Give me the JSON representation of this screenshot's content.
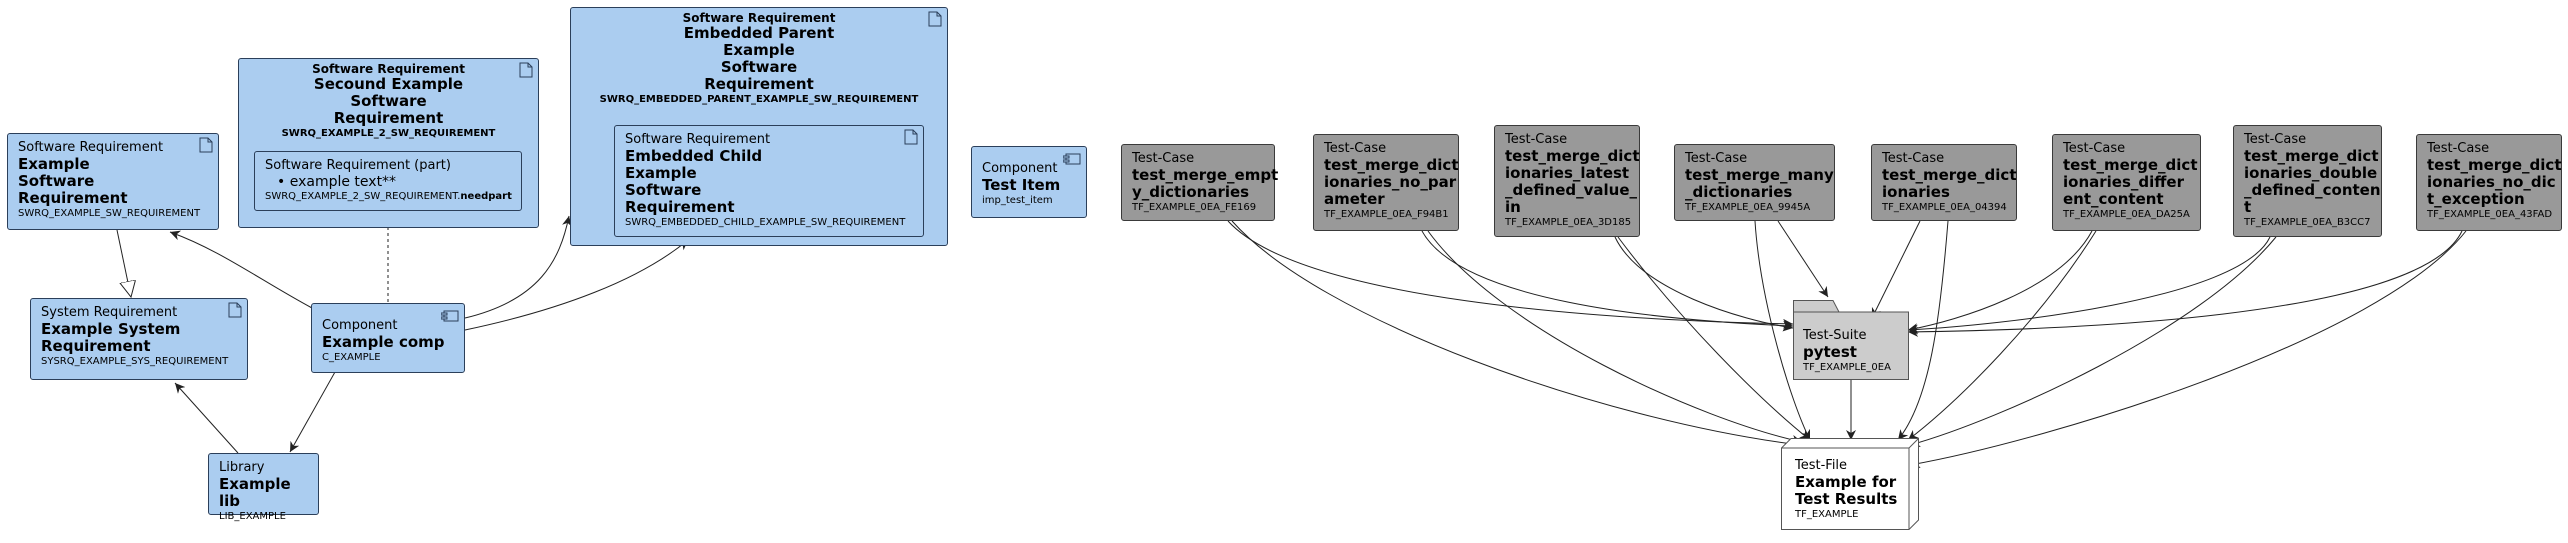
{
  "nodes": {
    "swrq_example": {
      "stereo": "Software Requirement",
      "title_lines": [
        "Example",
        "Software",
        "Requirement"
      ],
      "id": "SWRQ_EXAMPLE_SW_REQUIREMENT"
    },
    "sysrq_example": {
      "stereo": "System Requirement",
      "title_lines": [
        "Example System",
        "Requirement"
      ],
      "id": "SYSRQ_EXAMPLE_SYS_REQUIREMENT"
    },
    "lib_example": {
      "stereo": "Library",
      "title": "Example lib",
      "id": "LIB_EXAMPLE"
    },
    "comp_example": {
      "stereo": "Component",
      "title": "Example comp",
      "id": "C_EXAMPLE"
    },
    "swrq_second": {
      "stereo": "Software Requirement",
      "title_lines": [
        "Secound Example",
        "Software",
        "Requirement"
      ],
      "id": "SWRQ_EXAMPLE_2_SW_REQUIREMENT",
      "part": {
        "stereo": "Software Requirement (part)",
        "bullet": "example text**",
        "id_prefix": "SWRQ_EXAMPLE_2_SW_REQUIREMENT.",
        "id_suffix": "needpart"
      }
    },
    "swrq_parent": {
      "stereo": "Software Requirement",
      "title_lines": [
        "Embedded Parent",
        "Example",
        "Software",
        "Requirement"
      ],
      "id": "SWRQ_EMBEDDED_PARENT_EXAMPLE_SW_REQUIREMENT",
      "child": {
        "stereo": "Software Requirement",
        "title_lines": [
          "Embedded Child",
          "Example",
          "Software",
          "Requirement"
        ],
        "id": "SWRQ_EMBEDDED_CHILD_EXAMPLE_SW_REQUIREMENT"
      }
    },
    "test_item": {
      "stereo": "Component",
      "title": "Test Item",
      "id": "imp_test_item"
    },
    "test_suite": {
      "stereo": "Test-Suite",
      "title": "pytest",
      "id": "TF_EXAMPLE_0EA"
    },
    "test_file": {
      "stereo": "Test-File",
      "title_lines": [
        "Example for",
        "Test Results"
      ],
      "id": "TF_EXAMPLE"
    }
  },
  "test_cases": [
    {
      "stereo": "Test-Case",
      "title_lines": [
        "test_merge_empt",
        "y_dictionaries"
      ],
      "id": "TF_EXAMPLE_0EA_FE169"
    },
    {
      "stereo": "Test-Case",
      "title_lines": [
        "test_merge_dict",
        "ionaries_no_par",
        "ameter"
      ],
      "id": "TF_EXAMPLE_0EA_F94B1"
    },
    {
      "stereo": "Test-Case",
      "title_lines": [
        "test_merge_dict",
        "ionaries_latest",
        "_defined_value_",
        "in"
      ],
      "id": "TF_EXAMPLE_0EA_3D185"
    },
    {
      "stereo": "Test-Case",
      "title_lines": [
        "test_merge_many",
        "_dictionaries"
      ],
      "id": "TF_EXAMPLE_0EA_9945A"
    },
    {
      "stereo": "Test-Case",
      "title_lines": [
        "test_merge_dict",
        "ionaries"
      ],
      "id": "TF_EXAMPLE_0EA_04394"
    },
    {
      "stereo": "Test-Case",
      "title_lines": [
        "test_merge_dict",
        "ionaries_differ",
        "ent_content"
      ],
      "id": "TF_EXAMPLE_0EA_DA25A"
    },
    {
      "stereo": "Test-Case",
      "title_lines": [
        "test_merge_dict",
        "ionaries_double",
        "_defined_conten",
        "t"
      ],
      "id": "TF_EXAMPLE_0EA_B3CC7"
    },
    {
      "stereo": "Test-Case",
      "title_lines": [
        "test_merge_dict",
        "ionaries_no_dic",
        "t_exception"
      ],
      "id": "TF_EXAMPLE_0EA_43FAD"
    }
  ],
  "colors": {
    "requirement": "#abcdf0",
    "test_case": "#999999",
    "test_suite": "#cccccc",
    "test_file": "#ffffff",
    "edge": "#222222"
  },
  "icons": {
    "requirement": "document-icon",
    "component": "component-icon"
  }
}
